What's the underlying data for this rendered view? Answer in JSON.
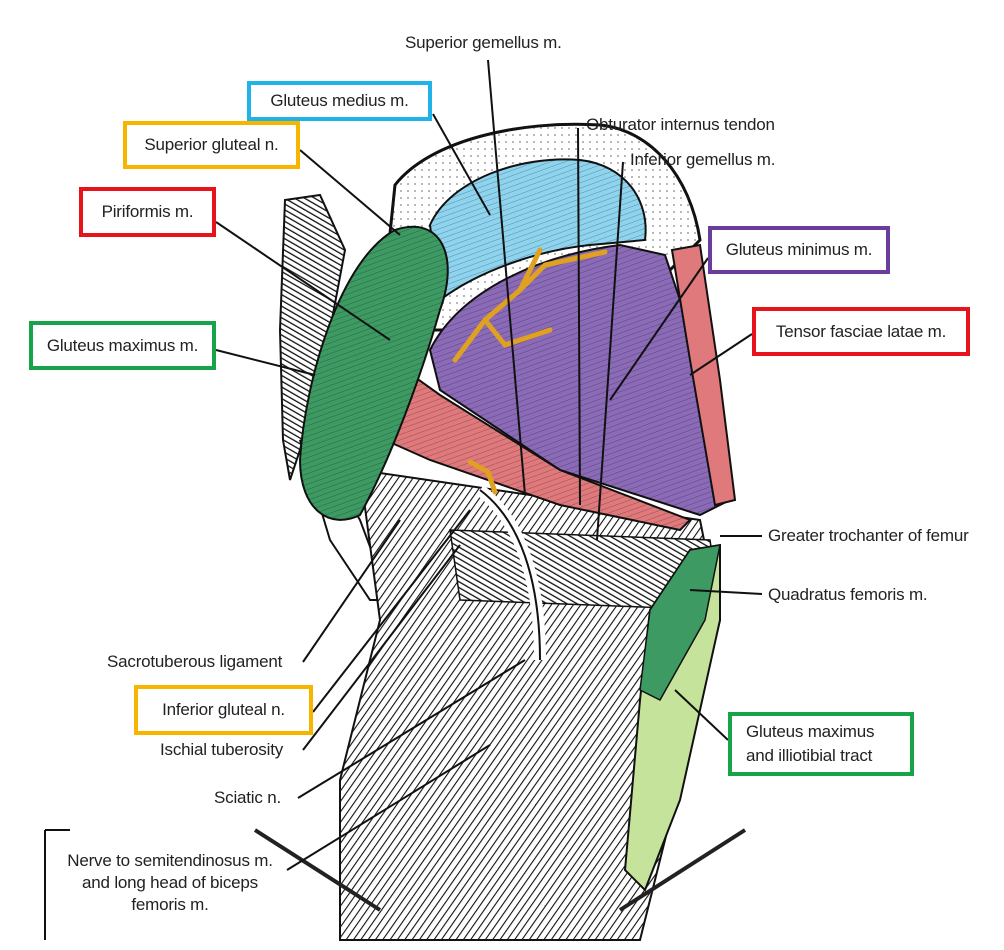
{
  "colors": {
    "blue": "#1fb3e8",
    "yellow": "#f7b500",
    "red": "#e8141c",
    "green": "#17a34a",
    "purple": "#6a3d9a",
    "muscle_blue": "#8fd4ef",
    "muscle_purple": "#8b6bb8",
    "muscle_red": "#e0797c",
    "muscle_green": "#3e9a63",
    "muscle_lightgreen": "#c5e39a",
    "nerve": "#e0a020"
  },
  "labels": {
    "superior_gemellus": "Superior gemellus m.",
    "gluteus_medius": "Gluteus medius m.",
    "obturator_internus": "Obturator internus tendon",
    "superior_gluteal": "Superior gluteal n.",
    "inferior_gemellus": "Inferior gemellus m.",
    "piriformis": "Piriformis m.",
    "gluteus_minimus": "Gluteus minimus m.",
    "tensor_fasciae": "Tensor fasciae latae m.",
    "gluteus_maximus": "Gluteus maximus m.",
    "greater_trochanter": "Greater trochanter of femur",
    "quadratus_femoris": "Quadratus femoris m.",
    "sacrotuberous": "Sacrotuberous ligament",
    "inferior_gluteal": "Inferior gluteal n.",
    "gluteus_maximus_it_line1": "Gluteus maximus",
    "gluteus_maximus_it_line2": "and illiotibial tract",
    "ischial_tuberosity": "Ischial tuberosity",
    "sciatic": "Sciatic n.",
    "nerve_semitendinosus_line1": "Nerve to semitendinosus m.",
    "nerve_semitendinosus_line2": "and long head of biceps",
    "nerve_semitendinosus_line3": "femoris m."
  }
}
